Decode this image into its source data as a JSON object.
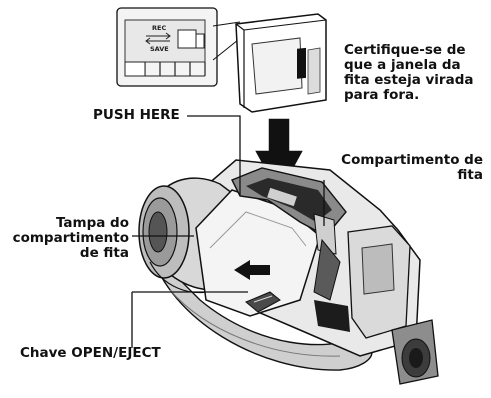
{
  "labels": {
    "cert_line1": "Certifique-se de",
    "cert_line2": "que a janela da",
    "cert_line3": "fita esteja virada",
    "cert_line4": "para fora.",
    "push_here": "PUSH HERE",
    "comp_line1": "Compartimento de",
    "comp_line2": "fita",
    "tampa_line1": "Tampa do",
    "tampa_line2": "compartimento",
    "tampa_line3": "de fita",
    "chave": "Chave OPEN/EJECT"
  },
  "inset": {
    "rec": "REC",
    "save": "SAVE"
  },
  "colors": {
    "line": "#111111",
    "light_gray": "#e6e6e6",
    "mid_gray": "#bdbdbd",
    "dark_gray": "#6f6f6f",
    "near_black": "#222222"
  }
}
